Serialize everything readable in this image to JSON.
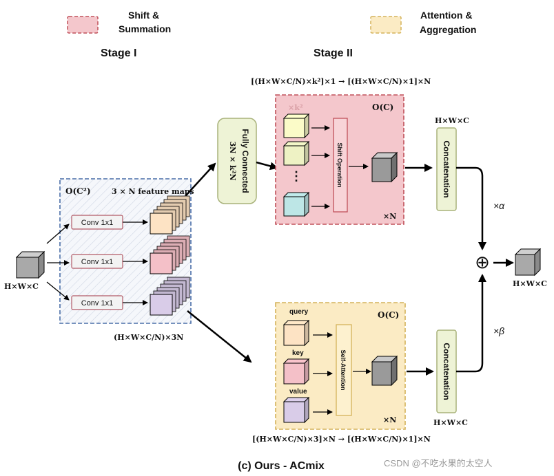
{
  "legend": {
    "shift_summation": "Shift & Summation",
    "shift_line1": "Shift &",
    "shift_line2": "Summation",
    "attention_aggregation": "Attention & Aggregation",
    "attn_line1": "Attention &",
    "attn_line2": "Aggregation",
    "shift_color": "#f4c7cc",
    "attn_color": "#fbebc4"
  },
  "stages": {
    "stage1": "Stage I",
    "stage2": "Stage II"
  },
  "input": {
    "label": "H×W×C"
  },
  "stage1": {
    "complexity": "O(C²)",
    "feature_maps_label": "3 × N feature maps",
    "convs": [
      "Conv 1x1",
      "Conv 1x1",
      "Conv 1x1"
    ],
    "output_dims": "(H×W×C/N)×3N",
    "colors": [
      "#fde3c4",
      "#f4c0c8",
      "#d9cce8"
    ]
  },
  "fully_connected": {
    "title": "Fully Connected",
    "dims": "3N × k²N"
  },
  "shift_branch": {
    "top_dims": "[(H×W×C/N)×k²]×1 → [(H×W×C/N)×1]×N",
    "complexity": "O(C)",
    "k2_label": "×k²",
    "operation": "Shift Operation",
    "repeat": "×N",
    "cube_colors": [
      "#fbfbc8",
      "#eef2c4",
      "#bde6e6"
    ]
  },
  "attention_branch": {
    "complexity": "O(C)",
    "labels": [
      "query",
      "key",
      "value"
    ],
    "operation": "Self-Attention",
    "repeat": "×N",
    "bottom_dims": "[(H×W×C/N)×3]×N → [(H×W×C/N)×1]×N",
    "cube_colors": [
      "#fde3c4",
      "#f4c0c8",
      "#d9cce8"
    ]
  },
  "concat": {
    "label": "Concatenation",
    "top_dims": "H×W×C",
    "bottom_dims": "H×W×C"
  },
  "merge": {
    "alpha": "×α",
    "beta": "×β",
    "plus": "⊕",
    "output": "H×W×C"
  },
  "caption": "(c) Ours - ACmix",
  "watermark": "CSDN @不吃水果的太空人"
}
